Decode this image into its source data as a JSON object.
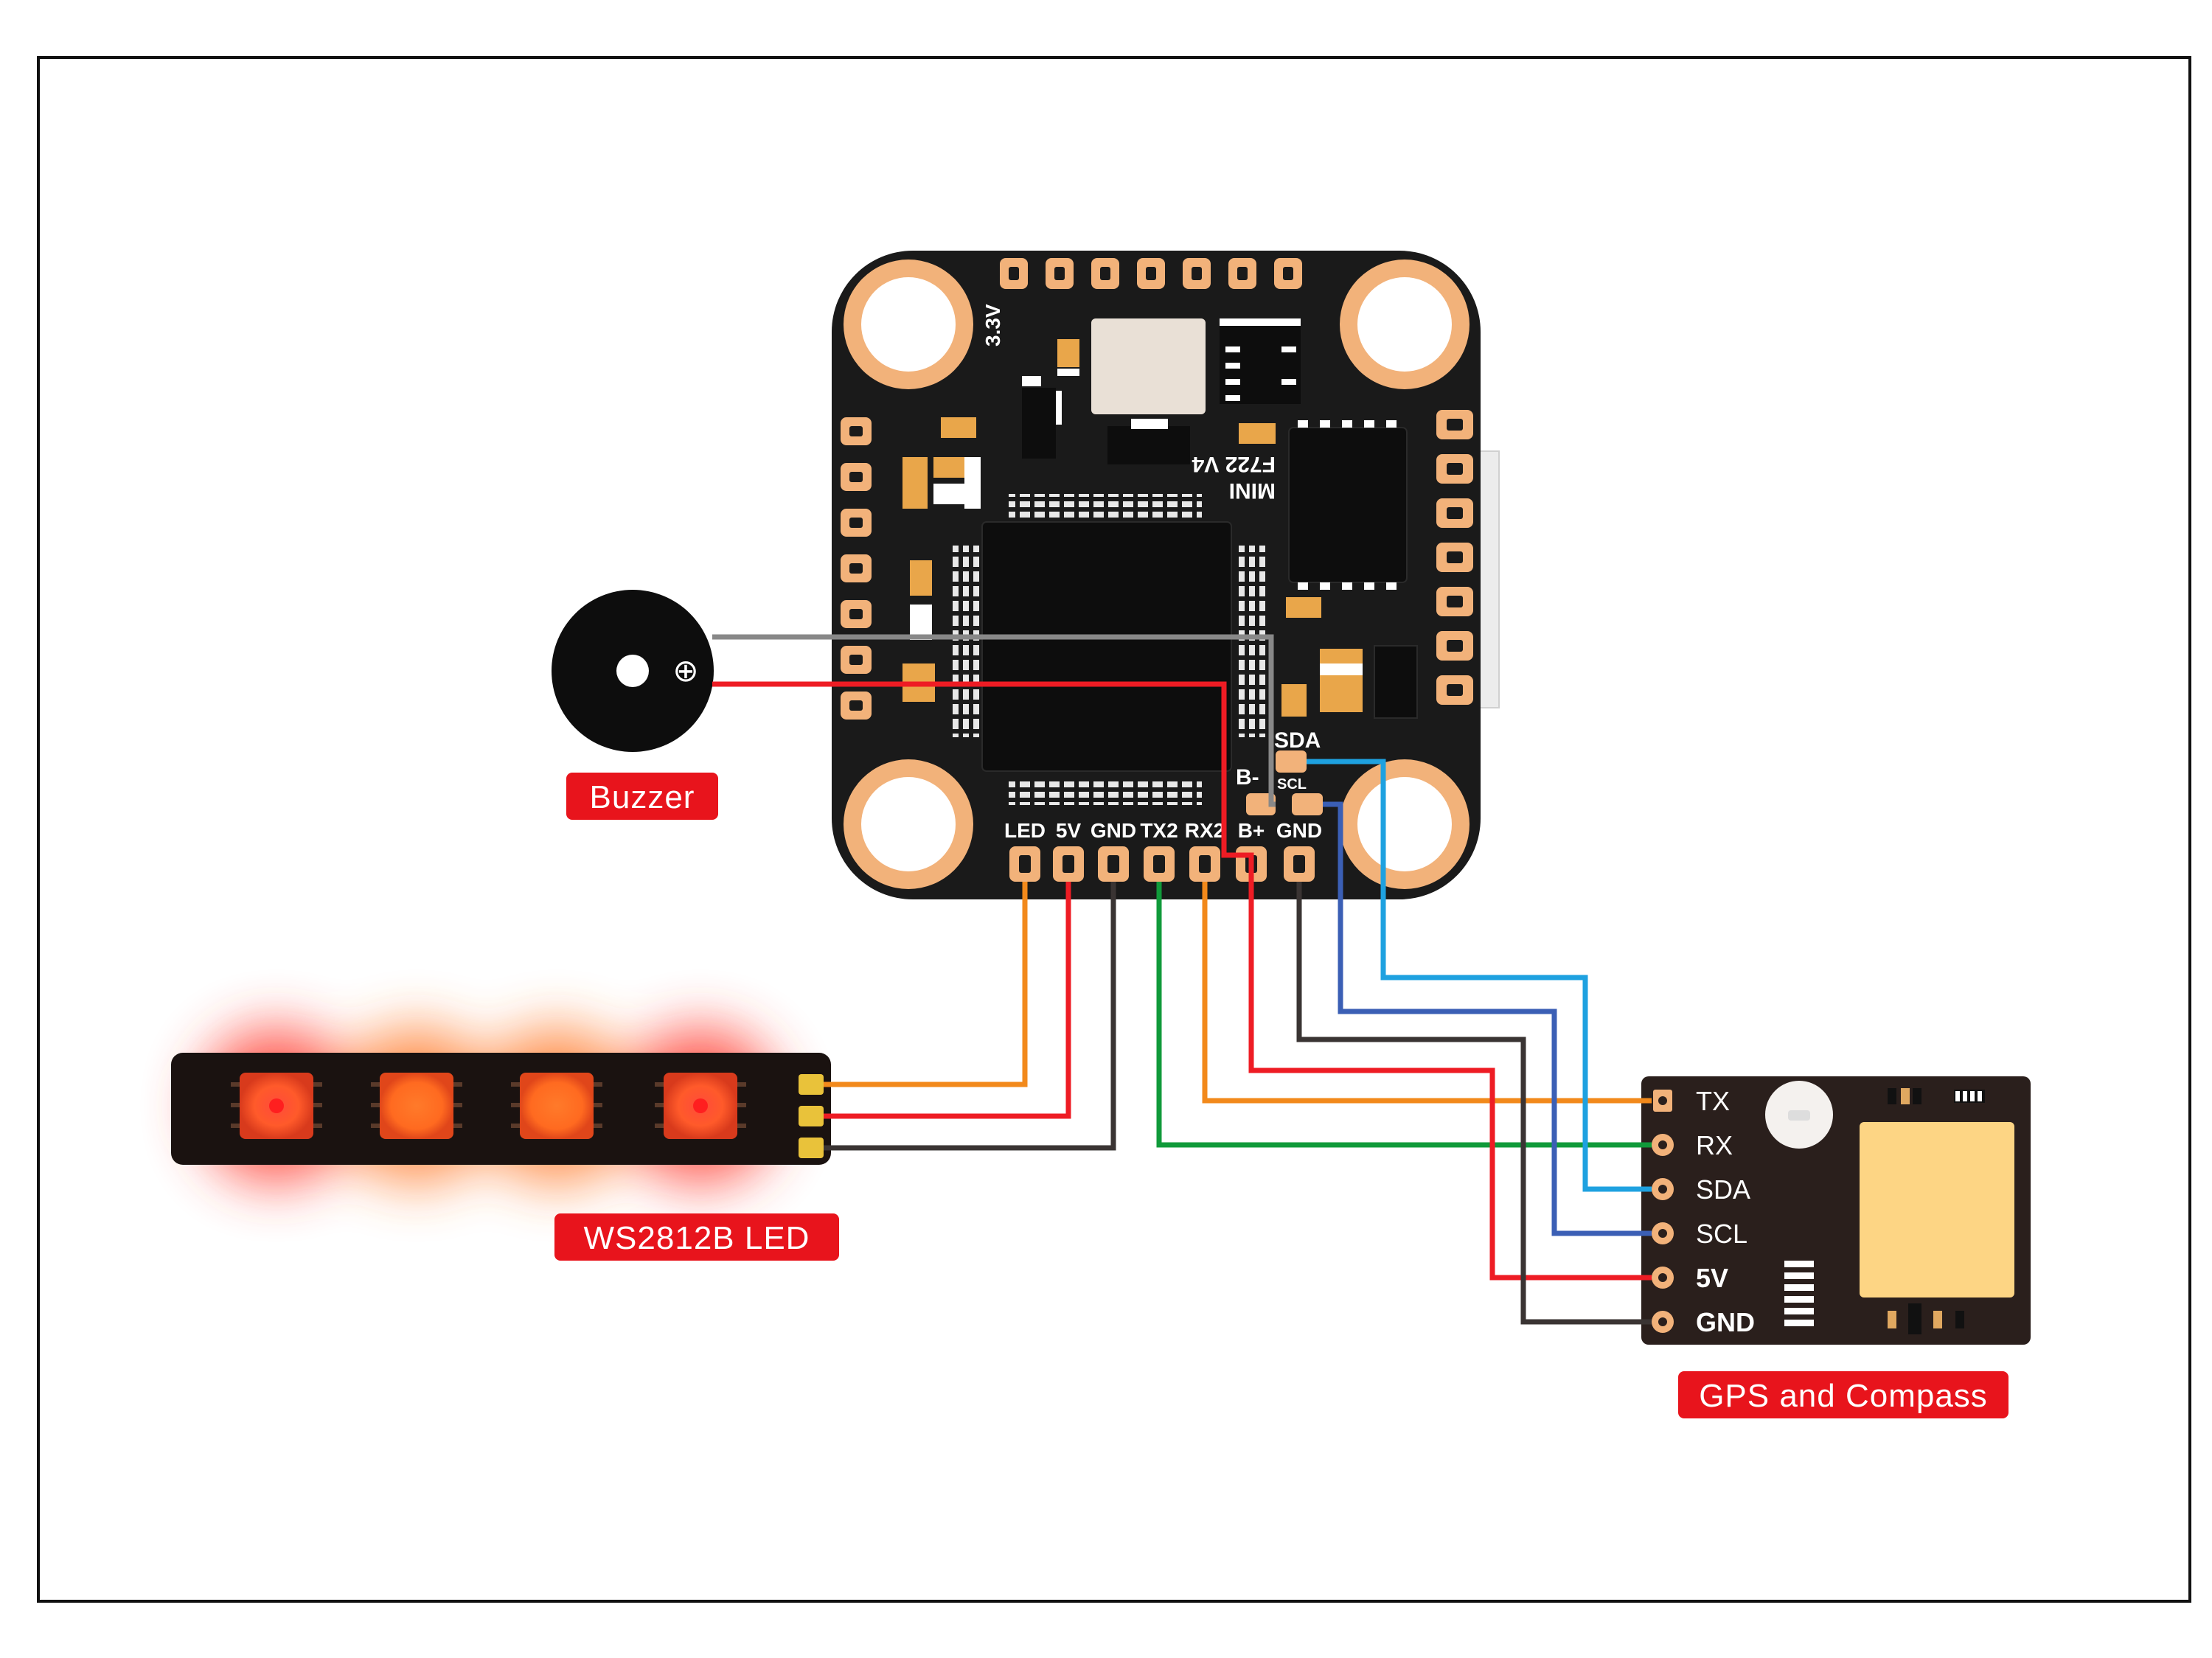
{
  "colors": {
    "frame": "#111111",
    "board": "#1a1a1a",
    "pad": "#f2b27a",
    "label_bg": "#e8141c",
    "wire_orange": "#f2891b",
    "wire_red": "#ee1c24",
    "wire_dark": "#3a3433",
    "wire_green": "#109a3a",
    "wire_blue": "#3b5fb5",
    "wire_cyan": "#1ea1e0",
    "wire_gray": "#888888"
  },
  "board": {
    "model": "F722 V4",
    "variant": "MINI",
    "rail_label": "3.3V",
    "pins": [
      "LED",
      "5V",
      "GND",
      "TX2",
      "RX2",
      "B+",
      "GND"
    ],
    "side_labels": {
      "b_minus": "B-",
      "sda": "SDA",
      "scl": "SCL"
    }
  },
  "components": {
    "buzzer": {
      "label": "Buzzer",
      "plus_symbol": "⊕"
    },
    "led_strip": {
      "label": "WS2812B LED"
    },
    "gps": {
      "label": "GPS and Compass",
      "pins": [
        "TX",
        "RX",
        "SDA",
        "SCL",
        "5V",
        "GND"
      ]
    }
  },
  "connections": [
    {
      "from": "LED",
      "to": "WS2812B LED",
      "color": "orange"
    },
    {
      "from": "5V",
      "to": "WS2812B LED",
      "color": "red"
    },
    {
      "from": "GND",
      "to": "WS2812B LED",
      "color": "dark"
    },
    {
      "from": "TX2",
      "to": "RX",
      "color": "green"
    },
    {
      "from": "RX2",
      "to": "TX",
      "color": "orange"
    },
    {
      "from": "B+",
      "to": "5V",
      "color": "red"
    },
    {
      "from": "GND",
      "to": "GND",
      "color": "dark"
    },
    {
      "from": "SCL",
      "to": "SCL",
      "color": "blue"
    },
    {
      "from": "SDA",
      "to": "SDA",
      "color": "cyan"
    },
    {
      "from": "B+",
      "to": "Buzzer +",
      "color": "red"
    },
    {
      "from": "B-",
      "to": "Buzzer -",
      "color": "gray"
    }
  ]
}
